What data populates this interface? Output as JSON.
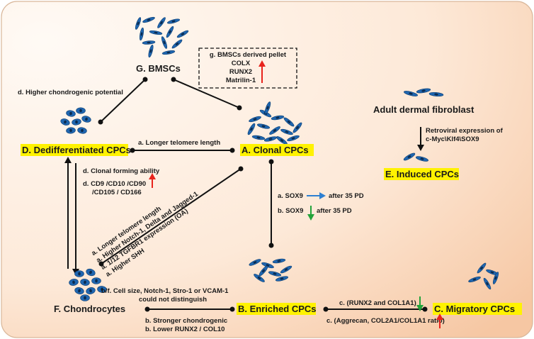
{
  "nodes": {
    "bmsc": "G. BMSCs",
    "dediff": "D. Dedifferentiated CPCs",
    "clonal": "A. Clonal CPCs",
    "chondro": "F. Chondrocytes",
    "enriched": "B. Enriched CPCs",
    "migratory": "C. Migratory CPCs",
    "induced": "E. Induced CPCs",
    "fibroblast": "Adult dermal fibroblast"
  },
  "pellet_box": {
    "title": "g. BMSCs derived pellet",
    "lines": [
      "COLX",
      "RUNX2",
      "Matrilin-1"
    ]
  },
  "labels": {
    "higher_chondrogenic": "d. Higher chondrogenic potential",
    "telomere": "a. Longer telomere length",
    "clonal_forming": "d. Clonal forming ability",
    "markers_line1": "d. CD9 /CD10 /CD90",
    "markers_line2": "/CD105 / CD166",
    "sox9_a": "a. SOX9",
    "sox9_a_after": "after 35 PD",
    "sox9_b": "b. SOX9",
    "sox9_b_after": "after 35 PD",
    "diag_1": "a. Longer telomere length",
    "diag_2": "a. Higher Notch-1, Delta and Jagged-1",
    "diag_3": "a.  1/12 TGFBR1 expression (OA)",
    "diag_4": "a.  Higher SHH",
    "cell_size_1": "b/f. Cell size, Notch-1, Stro-1 or VCAM-1",
    "cell_size_2": "could not distinguish",
    "stronger": "b. Stronger chondrogenic",
    "lower": "b. Lower RUNX2 / COL10",
    "runx2_col": "c. (RUNX2 and COL1A1)",
    "aggrecan": "c. (Aggrecan, COL2A1/COL1A1 ratio)",
    "retroviral_1": "Retroviral expression of",
    "retroviral_2": "c-Myc\\Klf4\\SOX9"
  },
  "colors": {
    "highlight": "#fff200",
    "up_arrow": "#e8231c",
    "down_arrow": "#22a33a",
    "blue_arrow": "#2d7fd1",
    "cell_blue": "#1f66b0",
    "background_edge": "#f5c9a6"
  }
}
